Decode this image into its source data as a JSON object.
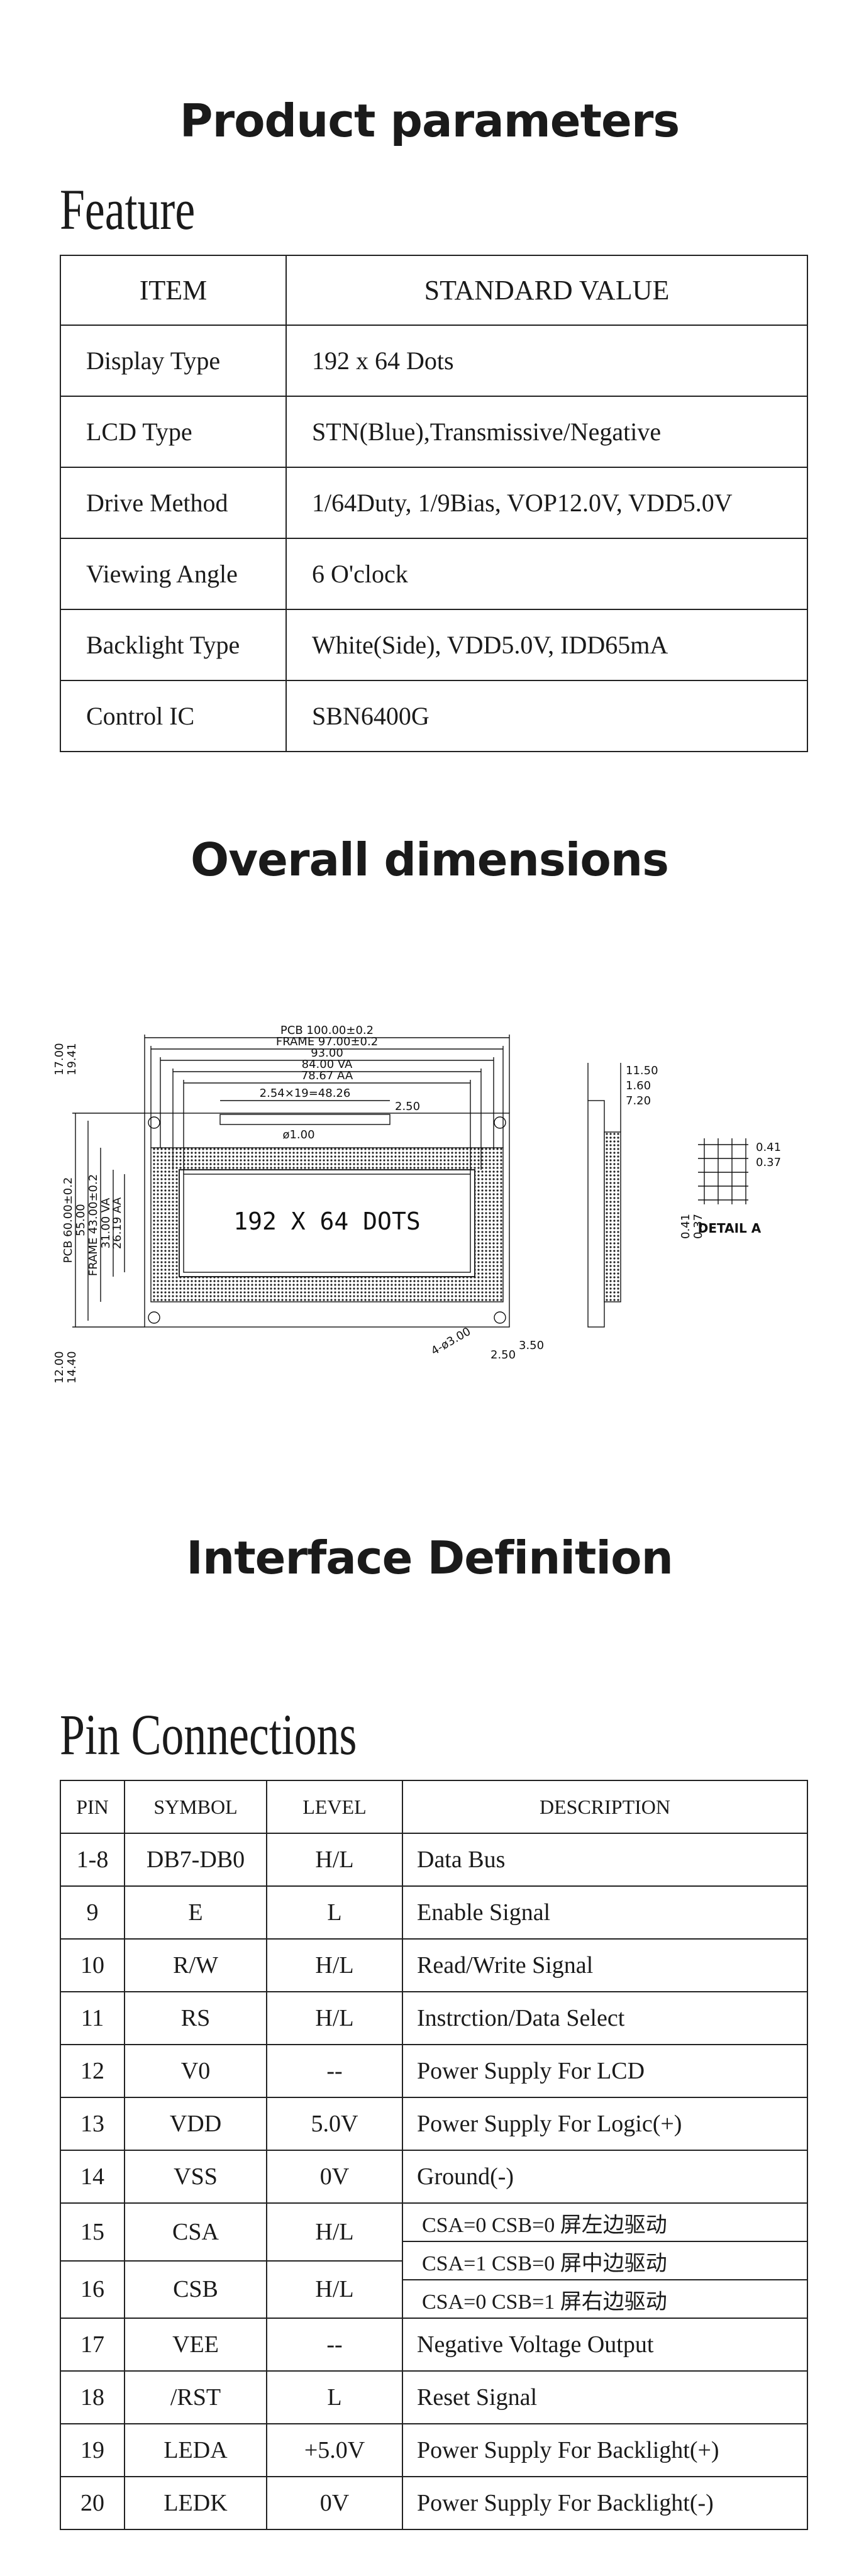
{
  "titles": {
    "product_parameters": "Product parameters",
    "feature": "Feature",
    "overall_dimensions": "Overall dimensions",
    "interface_definition": "Interface Definition",
    "pin_connections": "Pin Connections"
  },
  "feature_table": {
    "headers": [
      "ITEM",
      "STANDARD VALUE"
    ],
    "rows": [
      {
        "item": "Display Type",
        "value": "192 x 64 Dots"
      },
      {
        "item": "LCD Type",
        "value": "STN(Blue),Transmissive/Negative"
      },
      {
        "item": "Drive Method",
        "value": "1/64Duty, 1/9Bias, VOP12.0V, VDD5.0V"
      },
      {
        "item": "Viewing Angle",
        "value": "6 O'clock"
      },
      {
        "item": "Backlight Type",
        "value": "White(Side), VDD5.0V, IDD65mA"
      },
      {
        "item": "Control IC",
        "value": "SBN6400G"
      }
    ]
  },
  "drawing": {
    "screen_text": "192 X 64 DOTS",
    "pcb_width": "PCB 100.00±0.2",
    "frame_width": "FRAME 97.00±0.2",
    "w93": "93.00",
    "va_width": "84.00 VA",
    "aa_width": "78.67 AA",
    "pin_pitch": "2.54×19=48.26",
    "pin_dia": "ø1.00",
    "d250_top": "2.50",
    "d17": "17.00",
    "d1941": "19.41",
    "pcb_height": "PCB 60.00±0.2",
    "h55": "55.00",
    "frame_height": "FRAME 43.00±0.2",
    "va_height": "31.00 VA",
    "aa_height": "26.19 AA",
    "d12": "12.00",
    "d144": "14.40",
    "hole": "4-ø3.00",
    "d250_bot": "2.50",
    "d350": "3.50",
    "side_1150": "11.50",
    "side_160": "1.60",
    "side_720": "7.20",
    "det_041a": "0.41",
    "det_037a": "0.37",
    "det_041b": "0.41",
    "det_037b": "0.37",
    "detail_label": "DETAIL A"
  },
  "pin_table": {
    "headers": [
      "PIN",
      "SYMBOL",
      "LEVEL",
      "DESCRIPTION"
    ],
    "rows": [
      {
        "pin": "1-8",
        "symbol": "DB7-DB0",
        "level": "H/L",
        "desc": "Data Bus"
      },
      {
        "pin": "9",
        "symbol": "E",
        "level": "L",
        "desc": "Enable Signal"
      },
      {
        "pin": "10",
        "symbol": "R/W",
        "level": "H/L",
        "desc": "Read/Write Signal"
      },
      {
        "pin": "11",
        "symbol": "RS",
        "level": "H/L",
        "desc": "Instrction/Data Select"
      },
      {
        "pin": "12",
        "symbol": "V0",
        "level": "--",
        "desc": "Power Supply For LCD"
      },
      {
        "pin": "13",
        "symbol": "VDD",
        "level": "5.0V",
        "desc": "Power Supply For Logic(+)"
      },
      {
        "pin": "14",
        "symbol": "VSS",
        "level": "0V",
        "desc": "Ground(-)"
      },
      {
        "pin": "15",
        "symbol": "CSA",
        "level": "H/L"
      },
      {
        "pin": "16",
        "symbol": "CSB",
        "level": "H/L"
      },
      {
        "pin": "17",
        "symbol": "VEE",
        "level": "--",
        "desc": "Negative Voltage Output"
      },
      {
        "pin": "18",
        "symbol": "/RST",
        "level": "L",
        "desc": "Reset Signal"
      },
      {
        "pin": "19",
        "symbol": "LEDA",
        "level": "+5.0V",
        "desc": "Power Supply For Backlight(+)"
      },
      {
        "pin": "20",
        "symbol": "LEDK",
        "level": "0V",
        "desc": "Power Supply For Backlight(-)"
      }
    ],
    "cs_select": [
      "CSA=0 CSB=0 屏左边驱动",
      "CSA=1 CSB=0 屏中边驱动",
      "CSA=0 CSB=1 屏右边驱动"
    ]
  }
}
